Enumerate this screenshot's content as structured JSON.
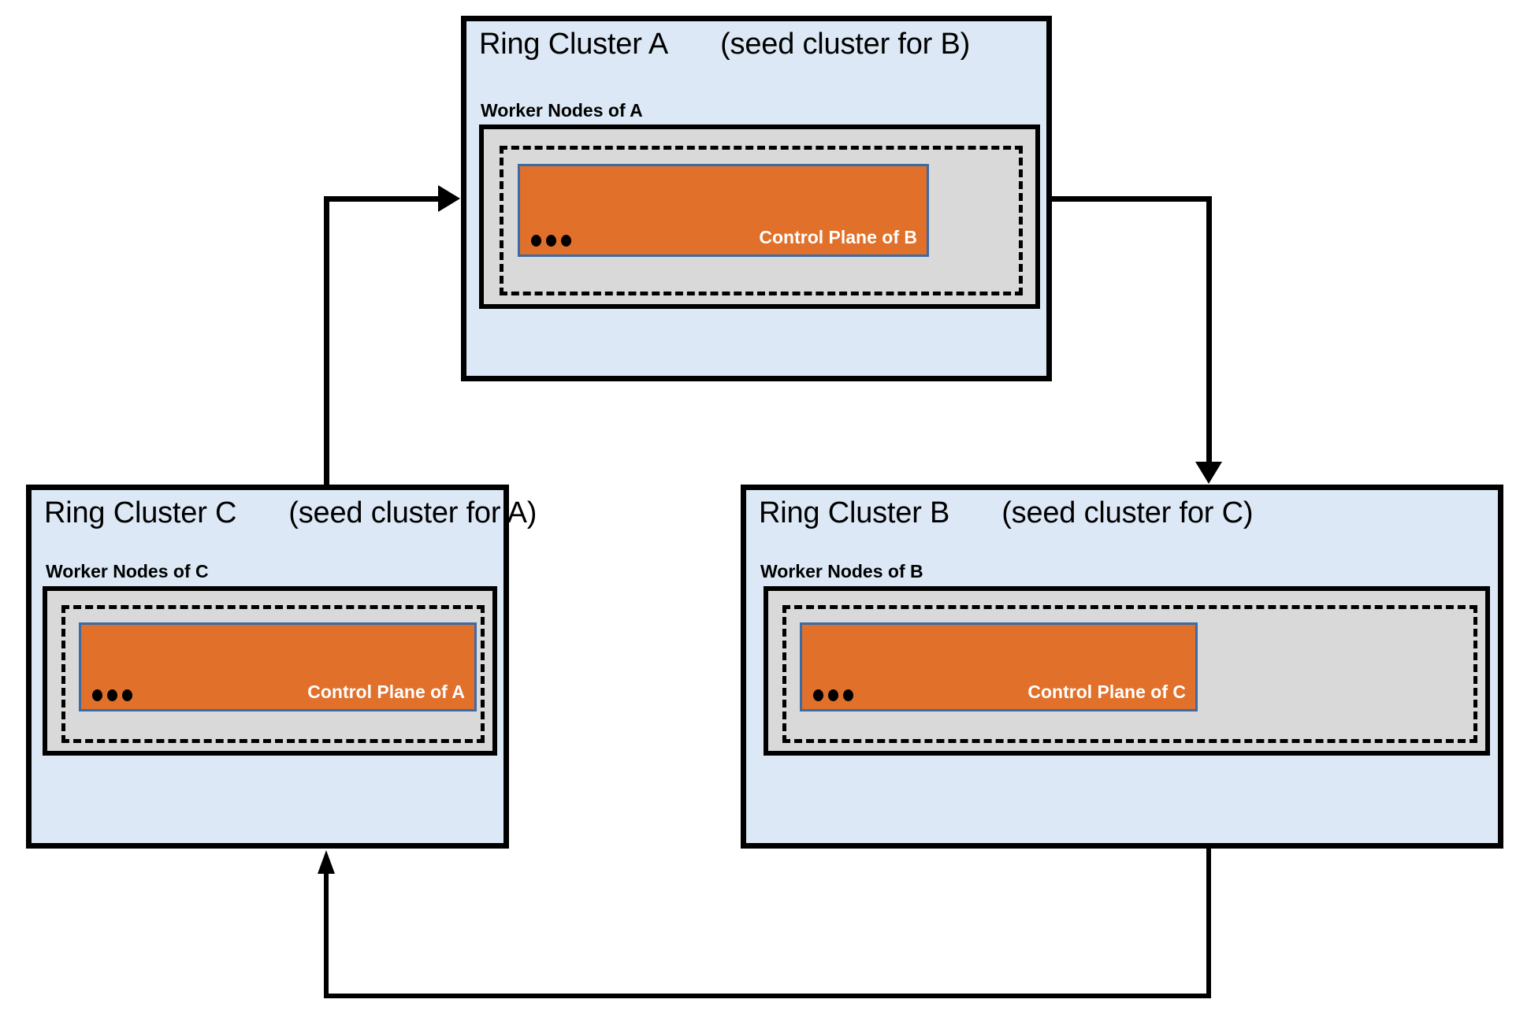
{
  "diagram": {
    "title": "Ring cluster topology with seed cluster relationships",
    "colors": {
      "cluster_fill": "#DCE8F5",
      "worker_fill": "#D9D9D9",
      "control_plane_fill": "#E1702A",
      "control_plane_border": "#3A6BA5",
      "outline": "#000000"
    }
  },
  "clusters": [
    {
      "id": "A",
      "name": "Ring Cluster A",
      "seed_note": "(seed cluster for B)",
      "worker_label": "Worker Nodes of A",
      "control_plane_label": "Control Plane of B",
      "ellipsis": "•••"
    },
    {
      "id": "C",
      "name": "Ring Cluster C",
      "seed_note": "(seed cluster for A)",
      "worker_label": "Worker Nodes of C",
      "control_plane_label": "Control Plane of A",
      "ellipsis": "•••"
    },
    {
      "id": "B",
      "name": "Ring Cluster B",
      "seed_note": "(seed cluster for C)",
      "worker_label": "Worker Nodes of B",
      "control_plane_label": "Control Plane of C",
      "ellipsis": "•••"
    }
  ],
  "connections": [
    {
      "id": "a-to-b",
      "from": "A",
      "to": "B",
      "direction": "down"
    },
    {
      "id": "b-to-c",
      "from": "B",
      "to": "C",
      "direction": "up"
    },
    {
      "id": "c-to-a",
      "from": "C",
      "to": "A",
      "direction": "right"
    }
  ]
}
